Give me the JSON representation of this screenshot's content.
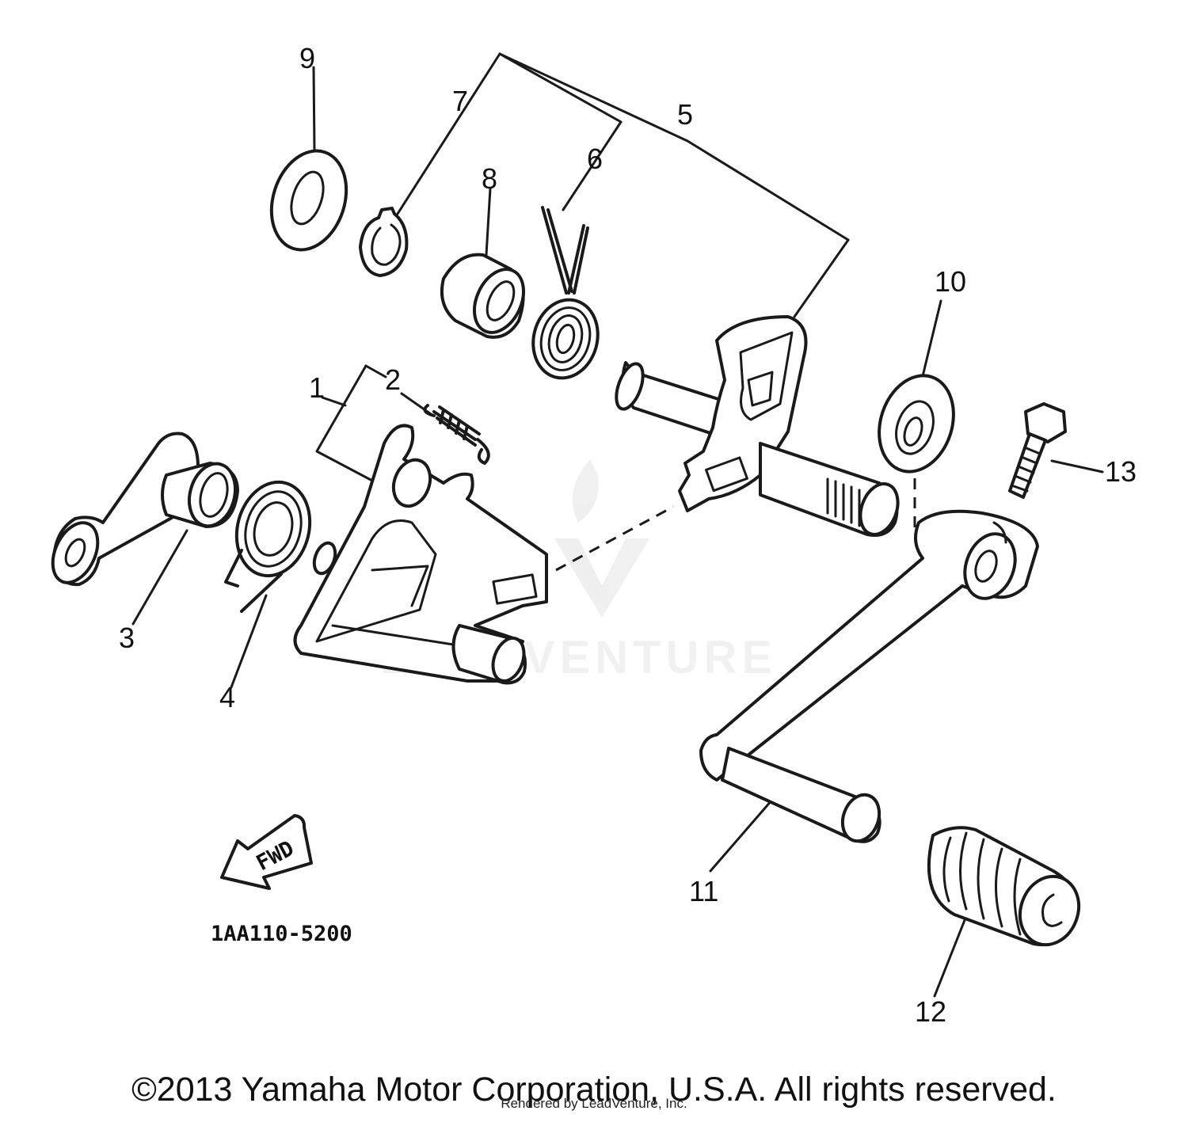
{
  "diagram": {
    "labels": {
      "c1": "1",
      "c2": "2",
      "c3": "3",
      "c4": "4",
      "c5": "5",
      "c6": "6",
      "c7": "7",
      "c8": "8",
      "c9": "9",
      "c10": "10",
      "c11": "11",
      "c12": "12",
      "c13": "13"
    },
    "fwd_marker": "FWD",
    "part_code": "1AA110-5200",
    "watermark": "LEADVENTURE"
  },
  "footer": {
    "copyright": "©2013 Yamaha Motor Corporation, U.S.A. All rights reserved.",
    "credit": "Rendered by LeadVenture, Inc."
  }
}
